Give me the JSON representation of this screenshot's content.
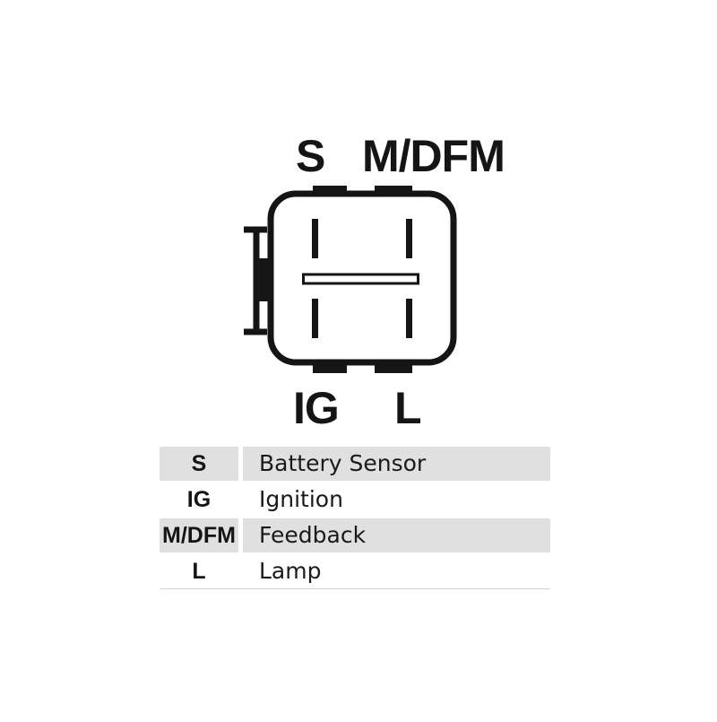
{
  "connector": {
    "pins": {
      "s": "S",
      "mdfm": "M/DFM",
      "ig": "IG",
      "l": "L"
    }
  },
  "legend": {
    "rows": [
      {
        "code": "S",
        "description": "Battery Sensor"
      },
      {
        "code": "IG",
        "description": "Ignition"
      },
      {
        "code": "M/DFM",
        "description": "Feedback"
      },
      {
        "code": "L",
        "description": "Lamp"
      }
    ]
  },
  "colors": {
    "ink": "#151515",
    "row_shade": "#e0e0e0"
  }
}
